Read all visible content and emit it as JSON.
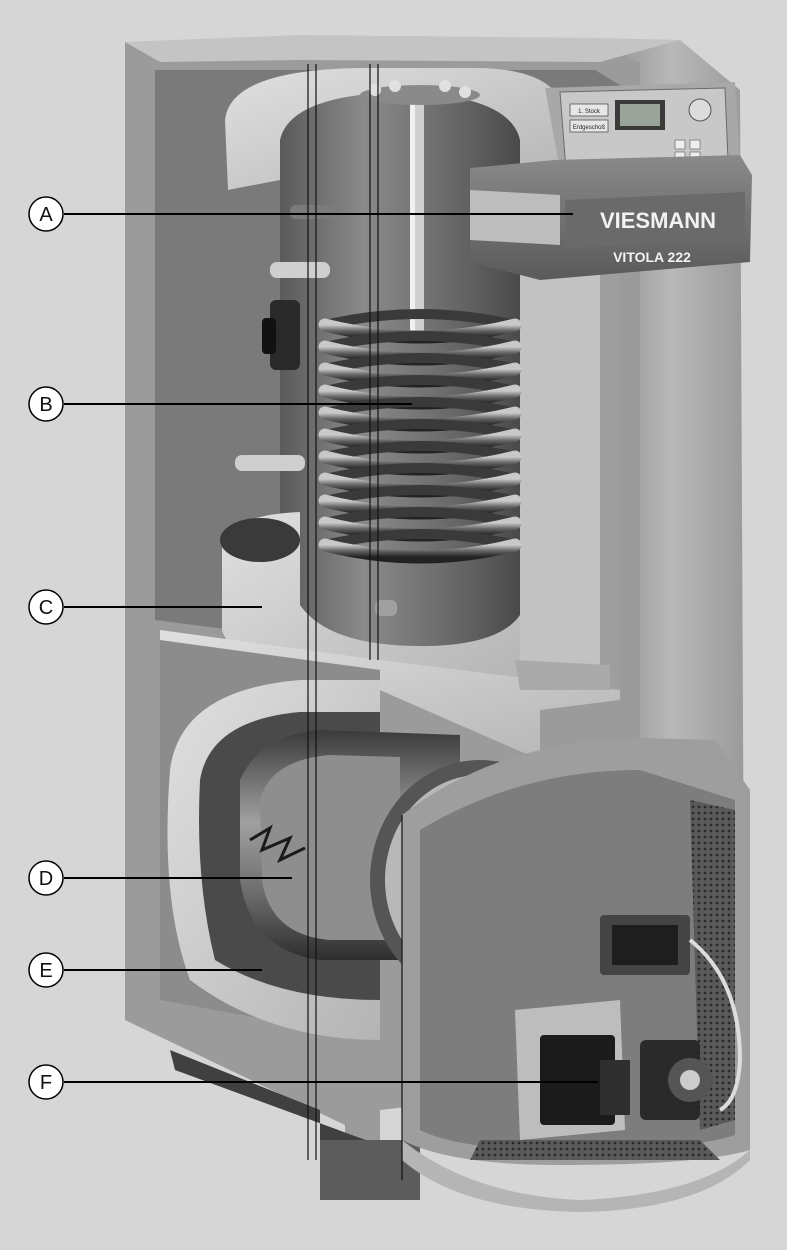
{
  "figure": {
    "brand": "VIESMANN",
    "model": "VITOLA 222",
    "control_panel": {
      "button_1": "1. Stock",
      "button_2": "Erdgeschoß"
    },
    "callouts": [
      {
        "letter": "A",
        "part": "control-unit"
      },
      {
        "letter": "B",
        "part": "heating-coil"
      },
      {
        "letter": "C",
        "part": "tank-insulation"
      },
      {
        "letter": "D",
        "part": "combustion-chamber"
      },
      {
        "letter": "E",
        "part": "boiler-insulation"
      },
      {
        "letter": "F",
        "part": "burner"
      }
    ]
  }
}
